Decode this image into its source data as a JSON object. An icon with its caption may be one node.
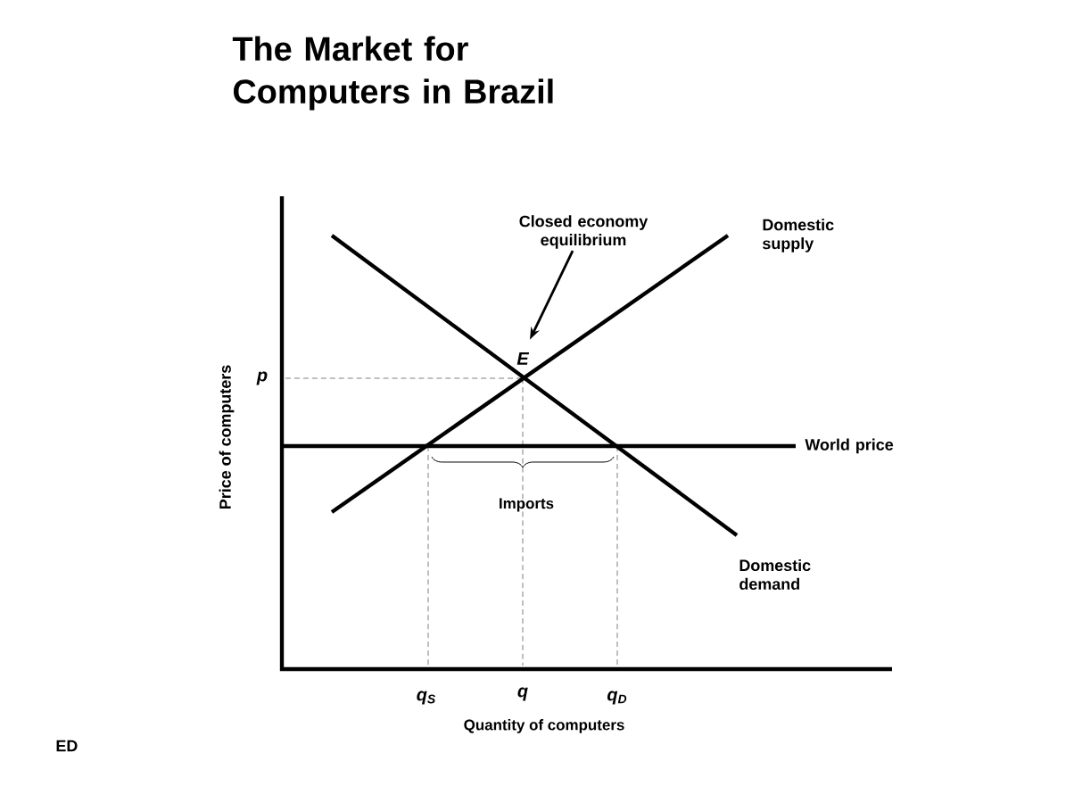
{
  "diagram": {
    "title": "The Market for Computers in Brazil",
    "nodes": [
      {
        "text": [
          "Closed economy equilibrium"
        ]
      },
      {
        "text": [
          "E"
        ]
      }
    ],
    "edges": [
      {
        "from": 0,
        "to": 1,
        "arrow": "to"
      }
    ],
    "labels": [
      "Price of computers",
      "p",
      "Domestic supply",
      "World price",
      "Imports",
      "Domestic demand",
      "q$_{S}$",
      "q",
      "q$_{D}$",
      "Quantity of computers",
      "ED"
    ]
  }
}
